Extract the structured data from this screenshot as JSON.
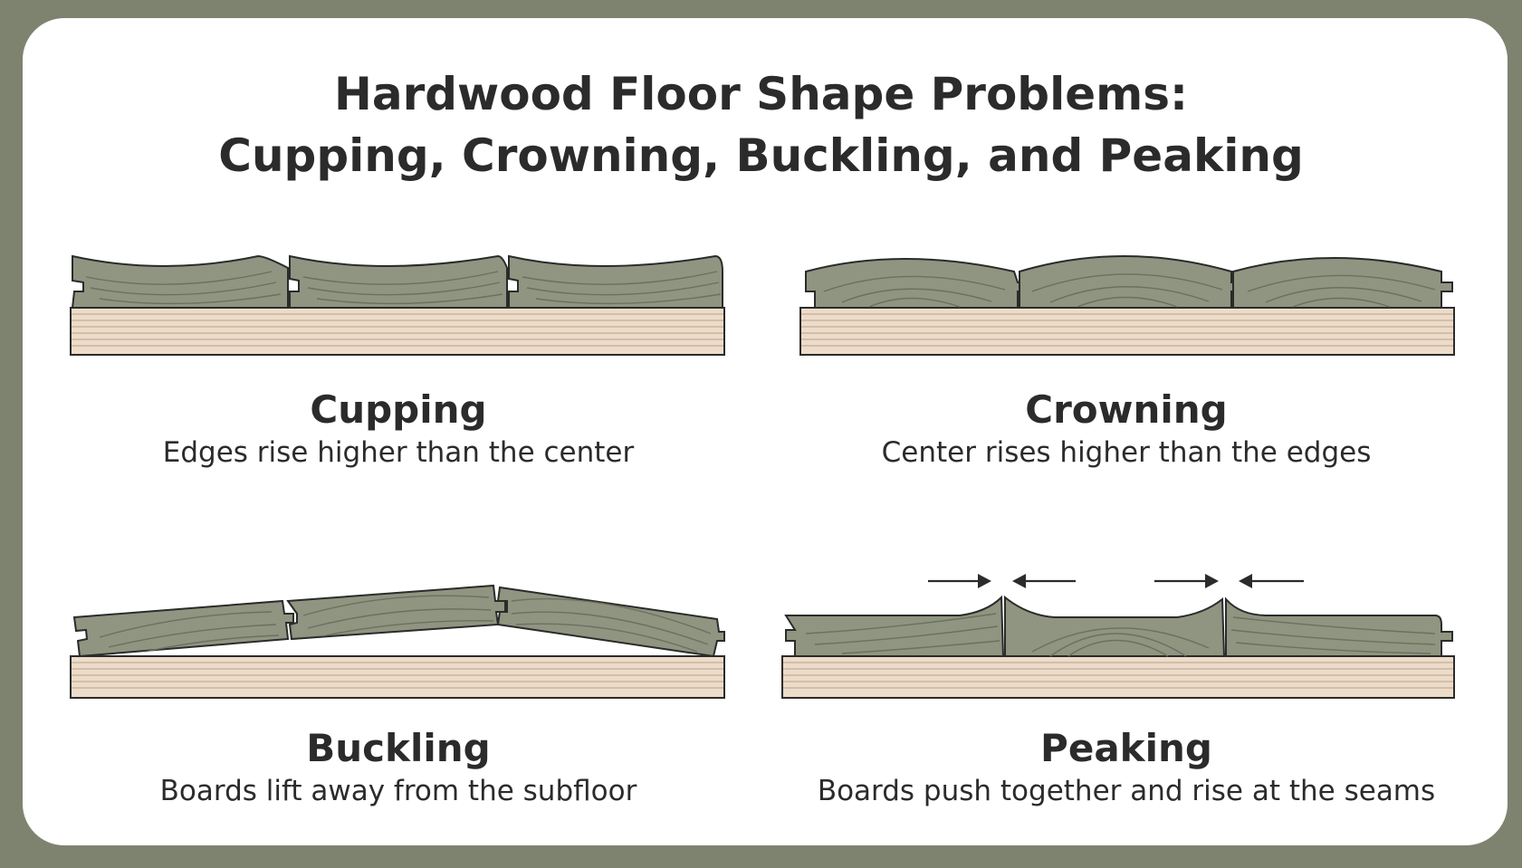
{
  "title": {
    "line1": "Hardwood Floor Shape Problems:",
    "line2": "Cupping, Crowning, Buckling, and Peaking"
  },
  "panels": [
    {
      "id": "cupping",
      "title": "Cupping",
      "description": "Edges rise higher than the center"
    },
    {
      "id": "crowning",
      "title": "Crowning",
      "description": "Center rises higher than the edges"
    },
    {
      "id": "buckling",
      "title": "Buckling",
      "description": "Boards lift away from the subfloor"
    },
    {
      "id": "peaking",
      "title": "Peaking",
      "description": "Boards push together and rise at the seams"
    }
  ],
  "colors": {
    "background": "#7e8370",
    "card": "#ffffff",
    "board": "#8f9580",
    "board_grain": "#6c705f",
    "subfloor": "#ecdcc9",
    "subfloor_lines": "#c4ad96",
    "outline": "#2b2b2b"
  },
  "icons": [
    "arrow-right-icon",
    "arrow-left-icon"
  ]
}
